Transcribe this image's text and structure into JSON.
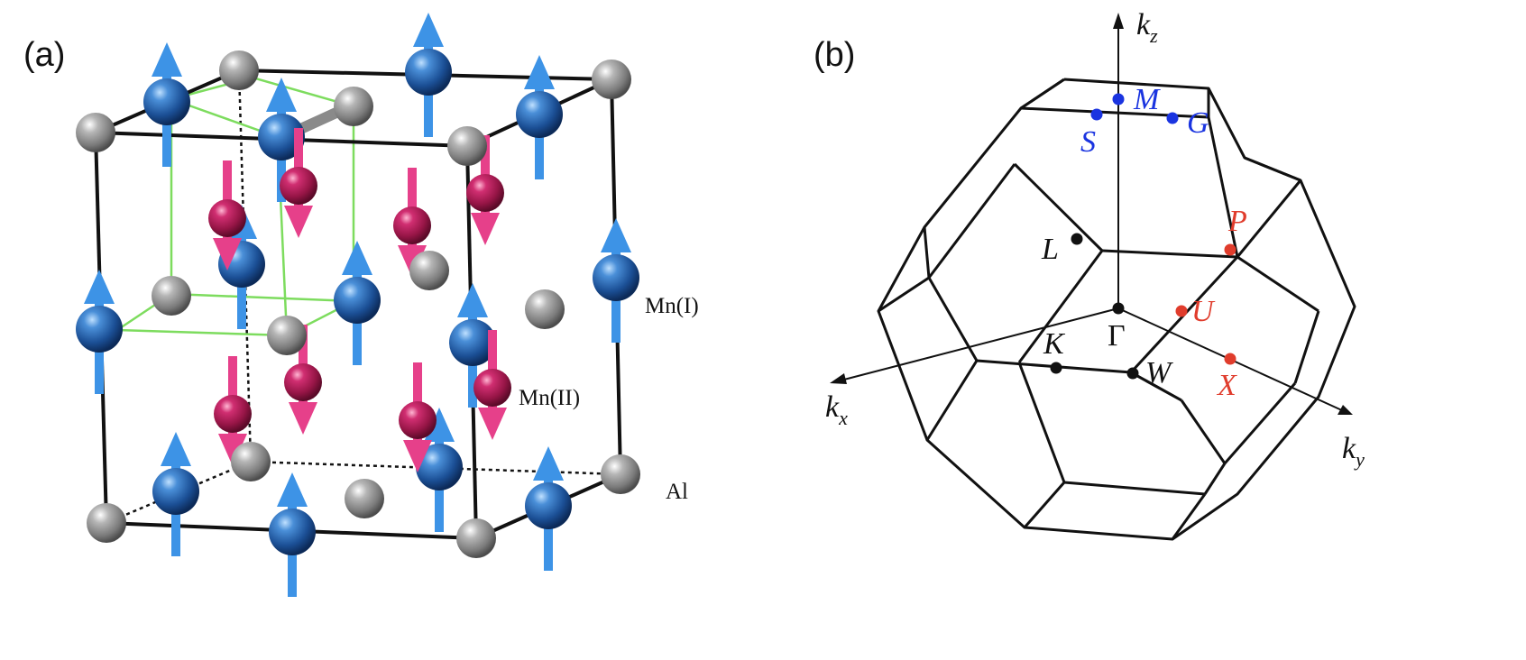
{
  "panel_a": {
    "label": "(a)",
    "species": {
      "mn1": "Mn(I)",
      "mn2": "Mn(II)",
      "al": "Al"
    }
  },
  "panel_b": {
    "label": "(b)",
    "axes": {
      "kx": {
        "base": "k",
        "sub": "x"
      },
      "ky": {
        "base": "k",
        "sub": "y"
      },
      "kz": {
        "base": "k",
        "sub": "z"
      }
    },
    "points": {
      "gamma": "Γ",
      "L": "L",
      "K": "K",
      "W": "W",
      "X": "X",
      "U": "U",
      "P": "P",
      "M": "M",
      "S": "S",
      "G": "G"
    }
  },
  "colors": {
    "mn_atom": "#1f5fa8",
    "mn_up_arrow": "#3d93e6",
    "mn_down_atom": "#b8185a",
    "mn_down_arrow": "#e6408a",
    "al_atom": "#8c8c8c",
    "green_bond": "#7ddc5e",
    "label_blue": "#1a34e0",
    "label_red": "#e03c2c",
    "label_black": "#111111"
  }
}
